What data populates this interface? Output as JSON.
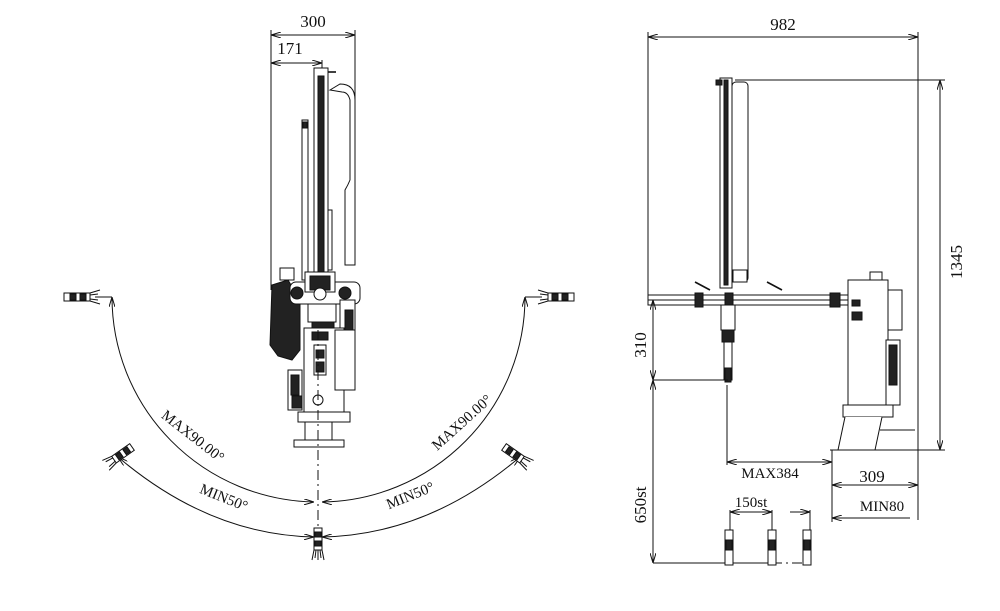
{
  "front_view": {
    "dims": {
      "overall_width": "300",
      "column_offset": "171",
      "swing_max_left": "MAX90.00°",
      "swing_max_right": "MAX90.00°",
      "swing_min_left": "MIN50°",
      "swing_min_right": "MIN50°"
    }
  },
  "side_view": {
    "dims": {
      "overall_length": "982",
      "overall_height": "1345",
      "upper_offset": "310",
      "vertical_stroke": "650st",
      "max_reach": "MAX384",
      "base_offset": "309",
      "min_offset": "MIN80",
      "sub_stroke": "150st"
    }
  }
}
